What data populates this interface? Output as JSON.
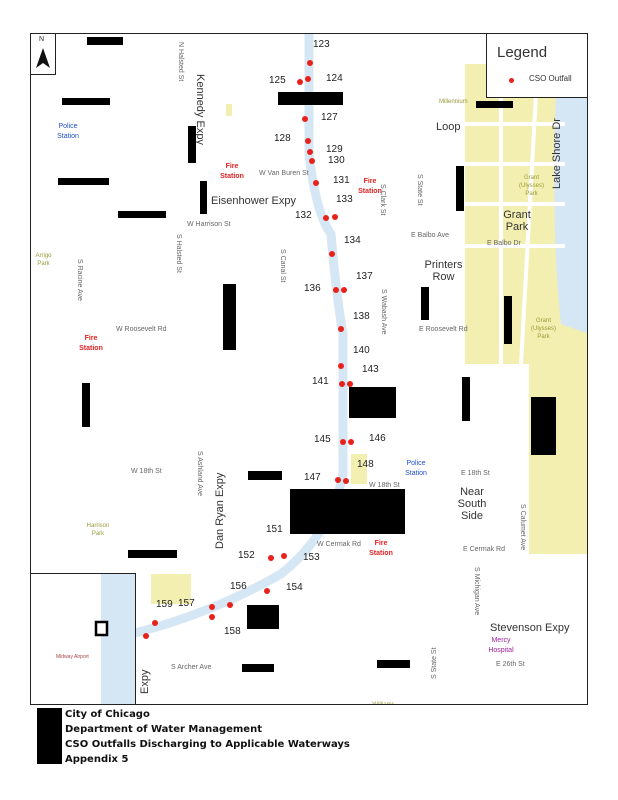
{
  "legend": {
    "title": "Legend",
    "item": "CSO Outfall"
  },
  "north_label": "N",
  "outfalls": [
    "123",
    "124",
    "125",
    "127",
    "128",
    "129",
    "130",
    "131",
    "132",
    "133",
    "134",
    "136",
    "137",
    "138",
    "140",
    "141",
    "143",
    "145",
    "146",
    "147",
    "148",
    "151",
    "152",
    "153",
    "154",
    "156",
    "157",
    "158",
    "159"
  ],
  "areas": {
    "loop": "Loop",
    "grant_park": "Grant Park",
    "printers_row": "Printers Row",
    "near_south_side": "Near South Side"
  },
  "expressways": {
    "eisenhower": "Eisenhower Expy",
    "kennedy": "Kennedy Expy",
    "dan_ryan": "Dan Ryan Expy",
    "stevenson": "Stevenson Expy",
    "lake_shore": "Lake Shore Dr",
    "expy": "Expy"
  },
  "streets": [
    "W Harrison St",
    "W Van Buren St",
    "W Roosevelt Rd",
    "E Roosevelt Rd",
    "E Balbo Ave",
    "E Balbo Dr",
    "W 18th St",
    "E 18th St",
    "W 18th St",
    "W Cermak Rd",
    "E Cermak Rd",
    "E 26th St",
    "S Racine Ave",
    "S Halsted St",
    "S Canal St",
    "S Clark St",
    "S State St",
    "S Wabash Ave",
    "S Michigan Ave",
    "S Archer Ave",
    "N Halsted St",
    "S Calumet Ave",
    "S Ashland Ave",
    "S State St"
  ],
  "pois": {
    "fire": "Fire Station",
    "police": "Police Station",
    "mercy": "Mercy Hospital",
    "grant_park_small": "Grant (Ulysses) Park",
    "grant_park_small2": "Grant (Ulysses) Park",
    "arrigo": "Arrigo Park",
    "harrison_park": "Harrison Park",
    "millennium": "Millennium",
    "midway": "Midway Airport",
    "williams": "Williams (Daniel)"
  },
  "title_block": [
    "City of Chicago",
    "Department of Water Management",
    "CSO Outfalls Discharging to Applicable Waterways",
    "Appendix 5"
  ],
  "colors": {
    "outfall": "#e8221b",
    "park": "#f3efb0",
    "water": "#d5e6f5",
    "fire": "#e41f1f",
    "police": "#1f4fc8",
    "hospital": "#a01f9c"
  }
}
